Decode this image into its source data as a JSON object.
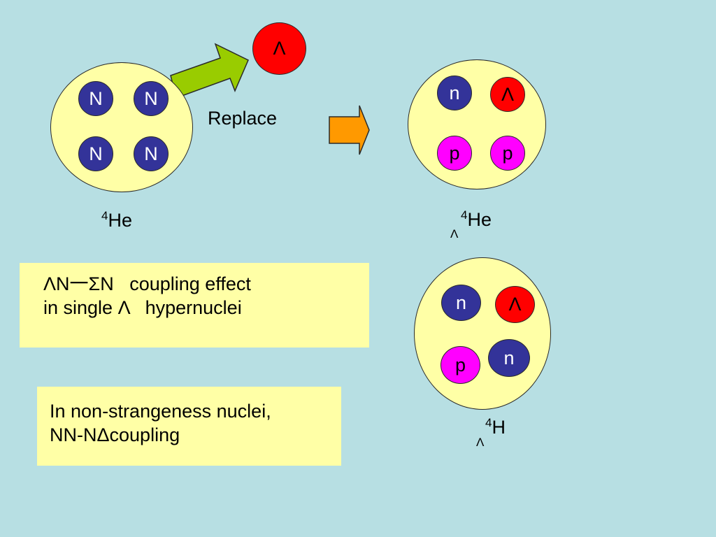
{
  "colors": {
    "background": "#b7dfe3",
    "nucleus": "#ffffa6",
    "neutron": "#333399",
    "proton": "#ff00ff",
    "lambda": "#ff0000",
    "arrow_green": "#99cc00",
    "arrow_orange": "#ff9900"
  },
  "free_lambda": {
    "symbol": "Λ"
  },
  "replace_label": "Replace",
  "he4": {
    "label_main": "He",
    "label_sup": "4",
    "particles": [
      "N",
      "N",
      "N",
      "N"
    ]
  },
  "lambda_he4": {
    "label_main": "He",
    "label_sup": "4",
    "label_sub": "Λ",
    "particles": [
      "n",
      "Λ",
      "p",
      "p"
    ]
  },
  "lambda_h4": {
    "label_main": "H",
    "label_sup": "4",
    "label_sub": "Λ",
    "particles": [
      "n",
      "Λ",
      "p",
      "n"
    ]
  },
  "box1": {
    "line1": "ΛN一ΣN   coupling effect",
    "line2": "in single Λ   hypernuclei"
  },
  "box2": {
    "line1": "In non-strangeness nuclei,",
    "line2": "NN-NΔcoupling"
  }
}
